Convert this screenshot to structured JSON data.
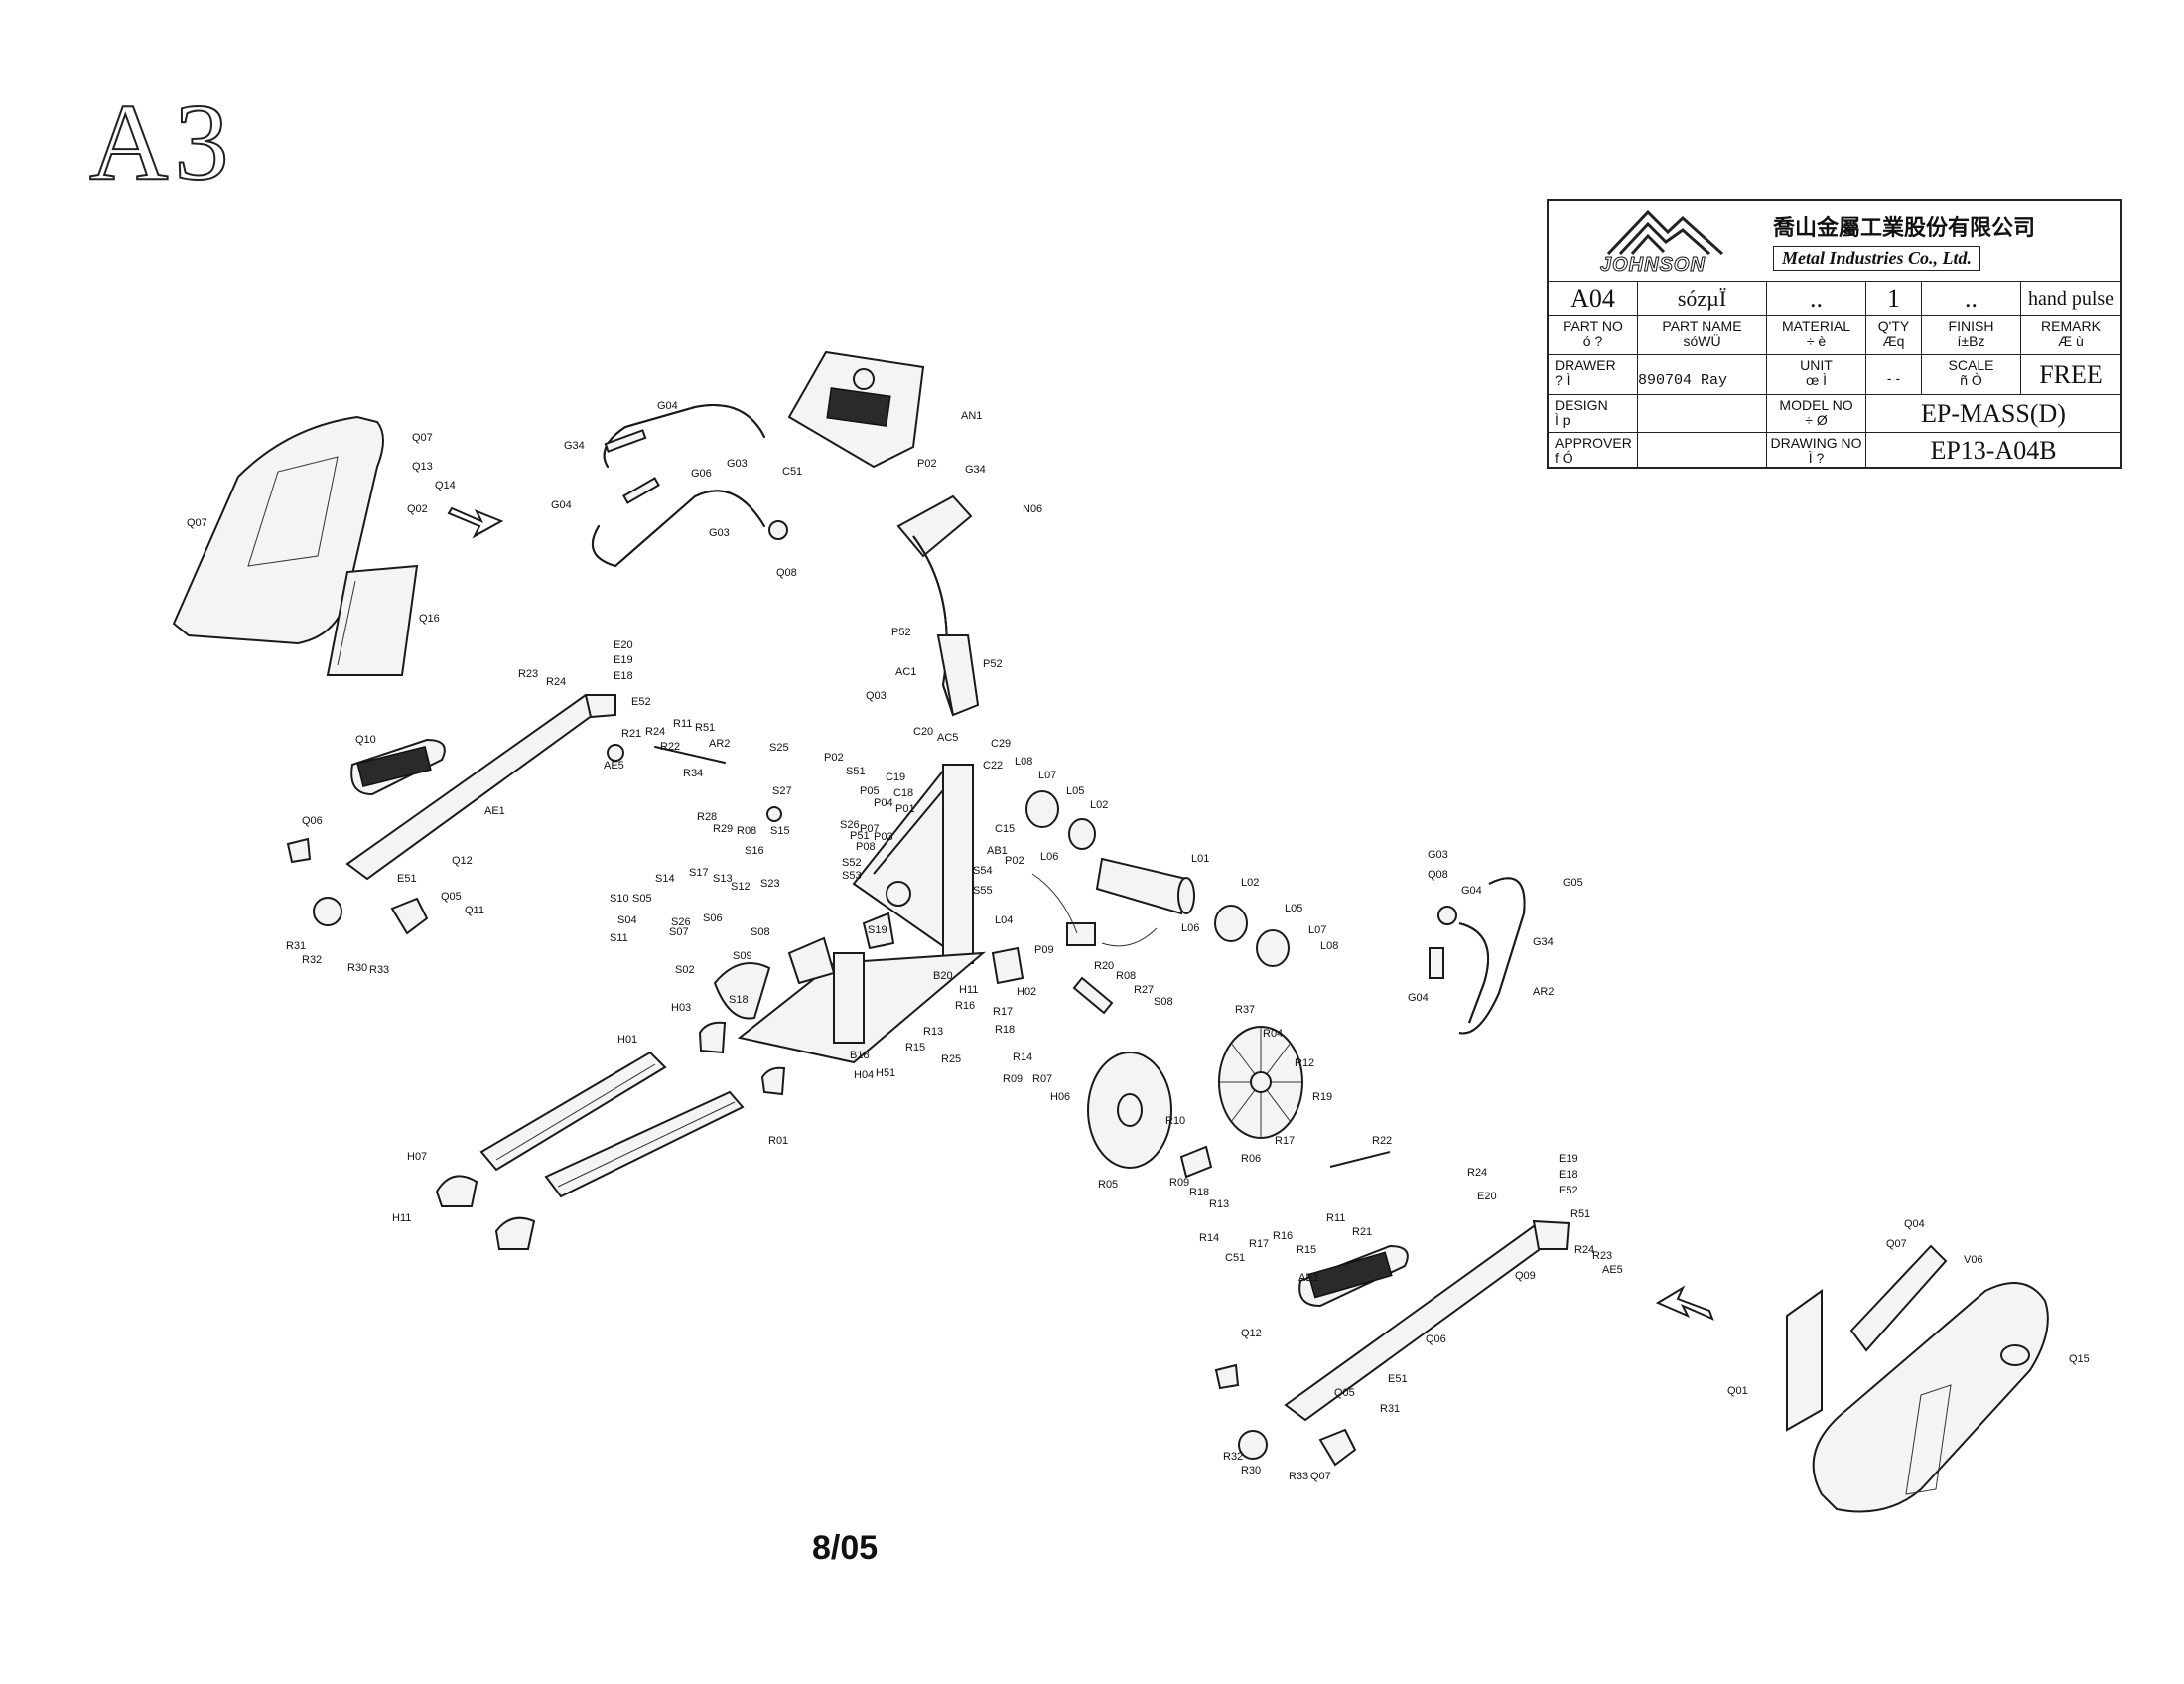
{
  "sheet": {
    "label": "A3",
    "footer_date": "8/05"
  },
  "title_block": {
    "company_cn": "喬山金屬工業股份有限公司",
    "brand": "JOHNSON",
    "company_en": "Metal Industries Co., Ltd.",
    "row1": {
      "part_no": "A04",
      "part_name": "sózµÏ",
      "material": "..",
      "qty": "1",
      "finish": "..",
      "remark": "hand pulse"
    },
    "headers": {
      "part_no": "PART NO",
      "part_name": "PART NAME",
      "material": "MATERIAL",
      "qty": "Q'TY",
      "finish": "FINISH",
      "remark": "REMARK"
    },
    "sub_headers": {
      "part_no": "ó ?",
      "part_name": "sóWÜ",
      "material": "÷ è",
      "qty": "Æq",
      "finish": "í±Bz",
      "remark": "Æ ù"
    },
    "drawer": {
      "label": "DRAWER",
      "sub": "? Ì",
      "value": "890704 Ray"
    },
    "unit": {
      "label": "UNIT",
      "sub": "œ Ì",
      "value": "- -"
    },
    "scale": {
      "label": "SCALE",
      "sub": "ñ Ò",
      "value": "FREE"
    },
    "design": {
      "label": "DESIGN",
      "sub": "Ì p"
    },
    "model": {
      "label": "MODEL NO",
      "sub": "÷ Ø",
      "value": "EP-MASS(D)"
    },
    "approver": {
      "label": "APPROVER",
      "sub": "f Ó"
    },
    "drawing": {
      "label": "DRAWING NO",
      "sub": "Ì ?",
      "value": "EP13-A04B"
    }
  },
  "callouts": [
    "Q07",
    "Q13",
    "Q14",
    "Q02",
    "Q07",
    "Q16",
    "G04",
    "G34",
    "G03",
    "C51",
    "G06",
    "G04",
    "G03",
    "Q08",
    "AN1",
    "P02",
    "G34",
    "N06",
    "P52",
    "AC1",
    "P52",
    "Q03",
    "E20",
    "E19",
    "E18",
    "R23",
    "R24",
    "E52",
    "R21",
    "R24",
    "R11",
    "R51",
    "AR2",
    "R22",
    "AE5",
    "Q10",
    "R34",
    "R28",
    "R29",
    "R08",
    "AE1",
    "Q06",
    "Q12",
    "E51",
    "Q05",
    "Q11",
    "R31",
    "R32",
    "R30",
    "R33",
    "S25",
    "P02",
    "S51",
    "C20",
    "AC5",
    "C29",
    "C22",
    "L08",
    "L07",
    "L05",
    "L02",
    "L01",
    "L02",
    "L05",
    "L07",
    "L08",
    "L06",
    "L06",
    "P09",
    "C19",
    "C18",
    "P05",
    "P04",
    "P01",
    "S27",
    "S26",
    "P07",
    "P03",
    "P08",
    "S52",
    "S53",
    "P51",
    "S15",
    "S16",
    "S23",
    "C15",
    "AB1",
    "P02",
    "S54",
    "S55",
    "L04",
    "S14",
    "S17",
    "S13",
    "S12",
    "S10",
    "S05",
    "S04",
    "S26",
    "S06",
    "S07",
    "S08",
    "S11",
    "S19",
    "S02",
    "S09",
    "S18",
    "H03",
    "H01",
    "H02",
    "B20",
    "H11",
    "R16",
    "R17",
    "R18",
    "R13",
    "R15",
    "R14",
    "R09",
    "R25",
    "R07",
    "H06",
    "H51",
    "B18",
    "H04",
    "H07",
    "H11",
    "R01",
    "R20",
    "R08",
    "R27",
    "S08",
    "R37",
    "R04",
    "R12",
    "R19",
    "R10",
    "R17",
    "R06",
    "R05",
    "R09",
    "R18",
    "R13",
    "R17",
    "R16",
    "R15",
    "R14",
    "C51",
    "G03",
    "Q08",
    "G04",
    "G05",
    "G34",
    "G04",
    "AR2",
    "R22",
    "R24",
    "E20",
    "E19",
    "E18",
    "E52",
    "R51",
    "R11",
    "R21",
    "R24",
    "R23",
    "AE5",
    "Q09",
    "AE1",
    "Q06",
    "Q12",
    "E51",
    "Q05",
    "R31",
    "R32",
    "R30",
    "R33",
    "Q07",
    "Q04",
    "Q07",
    "V06",
    "Q15",
    "Q01"
  ]
}
